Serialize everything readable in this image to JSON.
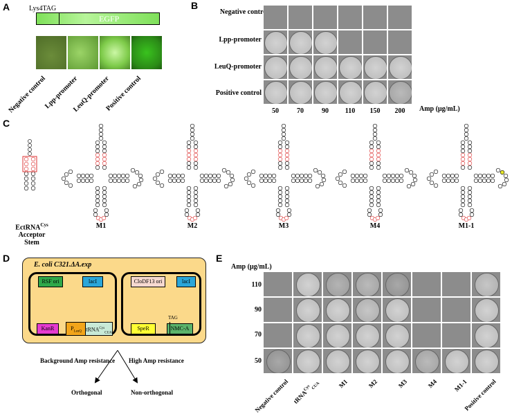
{
  "panels": {
    "a": "A",
    "b": "B",
    "c": "C",
    "d": "D",
    "e": "E"
  },
  "panelA": {
    "lys_label": "Lys4TAG",
    "gene_label": "EGFP",
    "samples": [
      "Negative control",
      "Lpp-promoter",
      "LeuQ-promoter",
      "Positive control"
    ]
  },
  "panelB": {
    "rows": [
      "Negative control",
      "Lpp-promoter",
      "LeuQ-promoter",
      "Positive control"
    ],
    "columns": [
      "50",
      "70",
      "90",
      "110",
      "150",
      "200"
    ],
    "axis_label": "Amp (μg/mL)"
  },
  "panelC": {
    "stem_label_prefix": "EctRNA",
    "stem_label_sup": "Cys",
    "stem_label_suffix": "Acceptor",
    "stem_label_line2": "Stem",
    "structures": [
      "M1",
      "M2",
      "M3",
      "M4",
      "M1-1"
    ]
  },
  "panelD": {
    "strain": "E. coli C321.ΔA.exp",
    "plasmid1": {
      "ori": "RSF ori",
      "lacI": "lacI",
      "kan": "KanR",
      "promoter": "P",
      "promoter_sub": "LeuQ",
      "trna": "tRNA",
      "trna_sup": "Cys",
      "trna_sub": "CUA"
    },
    "plasmid2": {
      "ori": "CloDF13 ori",
      "lacI": "lacI",
      "spe": "SpeR",
      "tag": "TAG",
      "nmc": "NMC-A"
    },
    "left_branch": "Background Amp resistance",
    "right_branch": "High Amp resistance",
    "left_result": "Orthogonal",
    "right_result": "Non-orthogonal"
  },
  "panelE": {
    "axis_label": "Amp (μg/mL)",
    "rows": [
      "110",
      "90",
      "70",
      "50"
    ],
    "columns": [
      "Negative control",
      "tRNA",
      "M1",
      "M2",
      "M3",
      "M4",
      "M1-1",
      "Positive control"
    ],
    "trna_sup": "Cys",
    "trna_sub": "CUA"
  },
  "colors": {
    "gfp_bar": "#7fe05a",
    "gfp_plate": "#5aa030",
    "plasmid_bg": "#fbd98a",
    "rsf_ori": "#2fa84a",
    "lacI": "#2aa6d9",
    "kanR": "#e53bd0",
    "promoter": "#f2a51a",
    "trna": "#c8ead7",
    "clodf": "#f7d9d0",
    "speR": "#ffff33",
    "nmc": "#5bb36b"
  }
}
